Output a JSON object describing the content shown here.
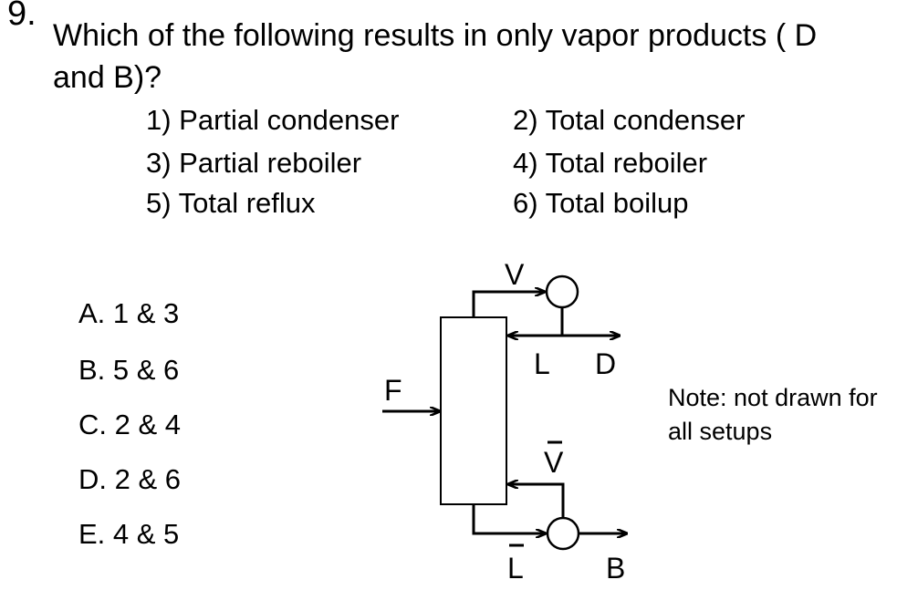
{
  "question": {
    "number": "9.",
    "text": "Which of the following results in only vapor products ( D and B)?"
  },
  "options": [
    "1) Partial condenser",
    "2) Total condenser",
    "3) Partial reboiler",
    "4) Total reboiler",
    "5) Total reflux",
    "6) Total boilup"
  ],
  "answers": [
    "A.  1 & 3",
    "B.  5 & 6",
    "C.  2 & 4",
    "D.  2 & 6",
    "E.  4 & 5"
  ],
  "diagram": {
    "labels": {
      "vapor_top": "V",
      "liquid_top": "L",
      "distillate": "D",
      "feed": "F",
      "vapor_bottom": "V",
      "liquid_bottom": "L",
      "bottoms": "B"
    }
  },
  "note": "Note: not drawn for all setups"
}
